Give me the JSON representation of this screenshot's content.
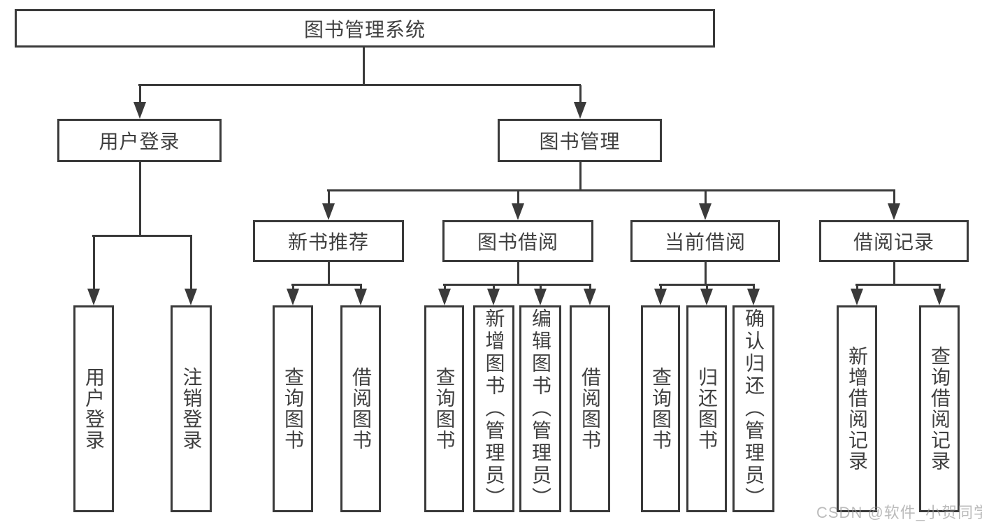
{
  "diagram_title": "图书管理系统",
  "nodes": {
    "root": "图书管理系统",
    "user_login": "用户登录",
    "book_mgmt": "图书管理",
    "new_book": "新书推荐",
    "book_borrow": "图书借阅",
    "current_borrow": "当前借阅",
    "borrow_record": "借阅记录"
  },
  "leaves": {
    "user": [
      "用户登录",
      "注销登录"
    ],
    "new_book": [
      "查询图书",
      "借阅图书"
    ],
    "book_borrow": [
      "查询图书",
      "新增图书（管理员）",
      "编辑图书（管理员）",
      "借阅图书"
    ],
    "current_borrow": [
      "查询图书",
      "归还图书",
      "确认归还（管理员）"
    ],
    "borrow_record": [
      "新增借阅记录",
      "查询借阅记录"
    ]
  },
  "watermark": {
    "text": "CSDN @软件_小贺同学"
  },
  "colors": {
    "line": "#3a3a3a",
    "text": "#3f3f3f",
    "background": "#ffffff",
    "watermark": "#b9b9b9"
  }
}
